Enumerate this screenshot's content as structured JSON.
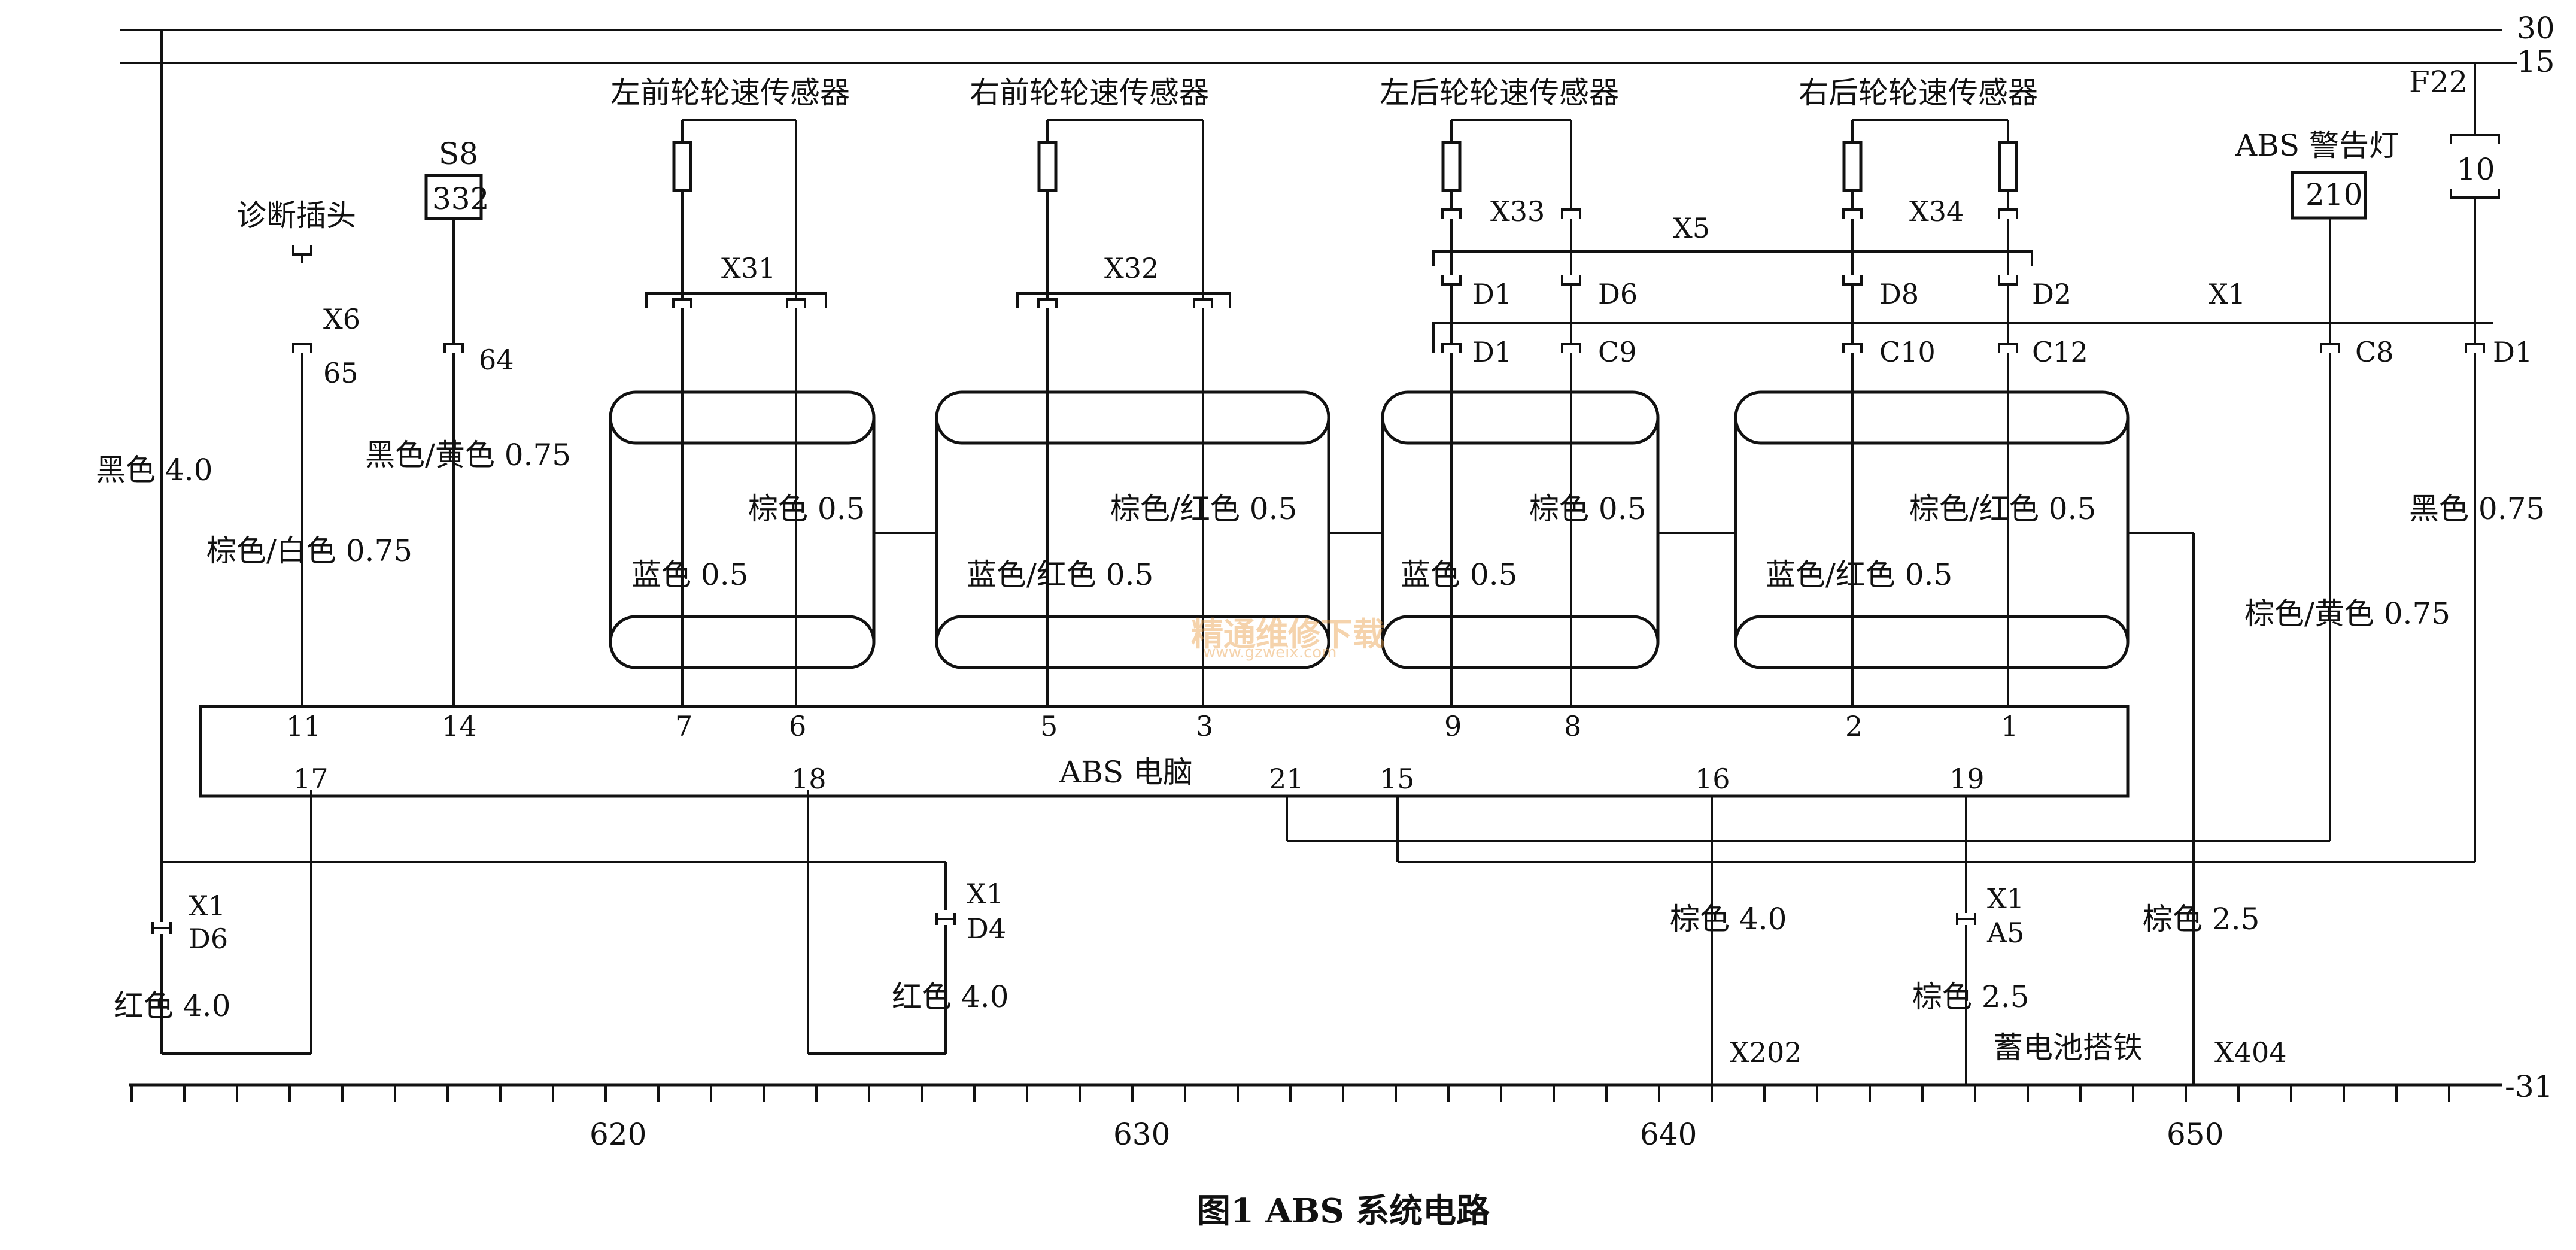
{
  "bus": {
    "b30": "30",
    "b15": "15",
    "b31": "-31"
  },
  "sensors": {
    "lf": "左前轮轮速传感器",
    "rf": "右前轮轮速传感器",
    "lr": "左后轮轮速传感器",
    "rr": "右后轮轮速传感器"
  },
  "connectors": {
    "x31": "X31",
    "x32": "X32",
    "x33": "X33",
    "x34": "X34",
    "x5": "X5",
    "x1": "X1",
    "x6": "X6",
    "d1a": "D1",
    "d6a": "D6",
    "d1b": "D1",
    "c9": "C9",
    "d8": "D8",
    "d2": "D2",
    "c10": "C10",
    "c12": "C12",
    "c8": "C8",
    "d1c": "D1",
    "n65": "65",
    "n64": "64",
    "x1_d6_a": "X1",
    "x1_d6_b": "D6",
    "x1_d4_a": "X1",
    "x1_d4_b": "D4",
    "x1_a5_a": "X1",
    "x1_a5_b": "A5"
  },
  "components": {
    "diag": "诊断插头",
    "s8": "S8",
    "s8box": "332",
    "warn": "ABS 警告灯",
    "warnbox": "210",
    "f22": "F22",
    "f22box": "10",
    "ecu": "ABS 电脑",
    "battery": "蓄电池搭铁",
    "x202": "X202",
    "x404": "X404"
  },
  "wires": {
    "black40": "黑色 4.0",
    "brown_white": "棕色/白色 0.75",
    "black_yellow": "黑色/黄色 0.75",
    "lf_blue": "蓝色 0.5",
    "lf_brown": "棕色 0.5",
    "rf_bluered": "蓝色/红色 0.5",
    "rf_brownred": "棕色/红色 0.5",
    "lr_blue": "蓝色 0.5",
    "lr_brown": "棕色 0.5",
    "rr_bluered": "蓝色/红色 0.5",
    "rr_brownred": "棕色/红色 0.5",
    "brown_yellow": "棕色/黄色 0.75",
    "black075": "黑色 0.75",
    "red40a": "红色 4.0",
    "red40b": "红色 4.0",
    "brown40": "棕色 4.0",
    "brown25a": "棕色 2.5",
    "brown25b": "棕色 2.5"
  },
  "pins": {
    "p11": "11",
    "p14": "14",
    "p7": "7",
    "p6": "6",
    "p5": "5",
    "p3": "3",
    "p9": "9",
    "p8": "8",
    "p2": "2",
    "p1": "1",
    "p17": "17",
    "p18": "18",
    "p21": "21",
    "p15": "15",
    "p16": "16",
    "p19": "19"
  },
  "scale": {
    "s620": "620",
    "s630": "630",
    "s640": "640",
    "s650": "650"
  },
  "caption": "图1   ABS 系统电路",
  "watermark": {
    "cn": "精通维修下载",
    "url": "www.gzweix.com"
  }
}
